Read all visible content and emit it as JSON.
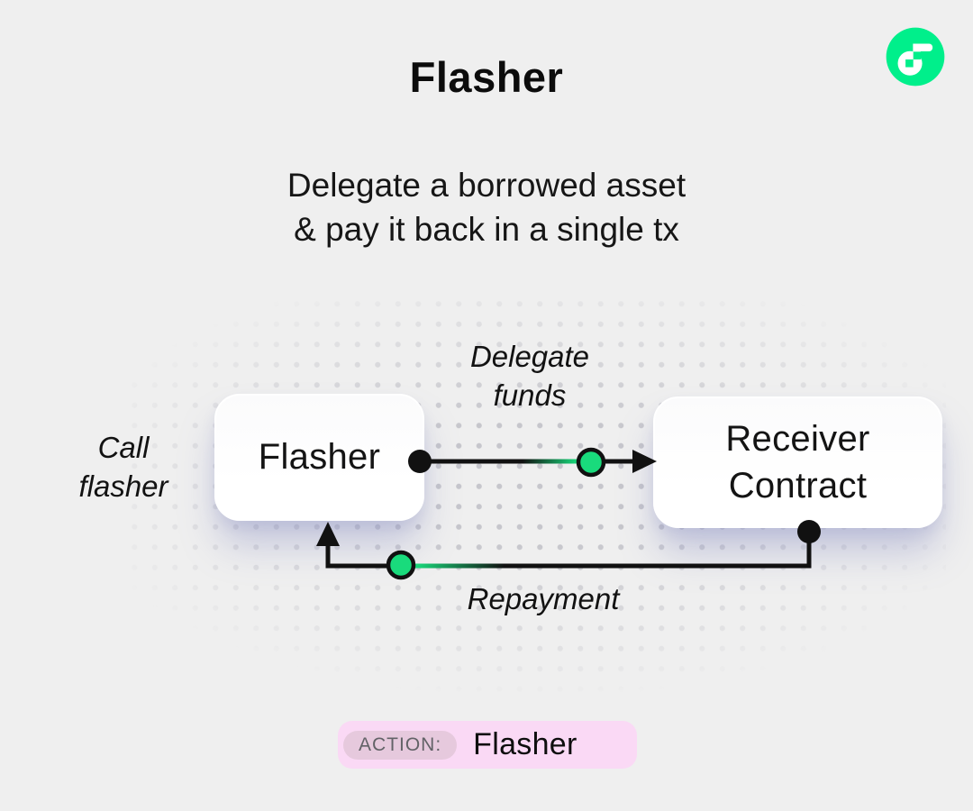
{
  "poster": {
    "title": "Flasher",
    "subtitle": "Delegate a borrowed asset\n& pay it back in a single tx",
    "logo": {
      "name": "flow-logo",
      "color": "#00EF8B"
    },
    "diagram": {
      "nodes": [
        {
          "id": "flasher",
          "label": "Flasher"
        },
        {
          "id": "receiver",
          "label": "Receiver\nContract"
        }
      ],
      "edges": [
        {
          "id": "delegate-funds",
          "label": "Delegate\nfunds",
          "from": "flasher",
          "to": "receiver"
        },
        {
          "id": "repayment",
          "label": "Repayment",
          "from": "receiver",
          "to": "flasher"
        }
      ],
      "side_label": "Call\nflasher"
    },
    "action": {
      "tag": "ACTION:",
      "value": "Flasher"
    },
    "colors": {
      "background": "#EFEFEF",
      "accent_green": "#19DB7C",
      "logo_green": "#00EF8B",
      "badge_pink": "#FAD9F5",
      "pill_mauve": "#E6C9DD",
      "line_black": "#111111",
      "shadow_tint": "#7E83BE"
    }
  }
}
